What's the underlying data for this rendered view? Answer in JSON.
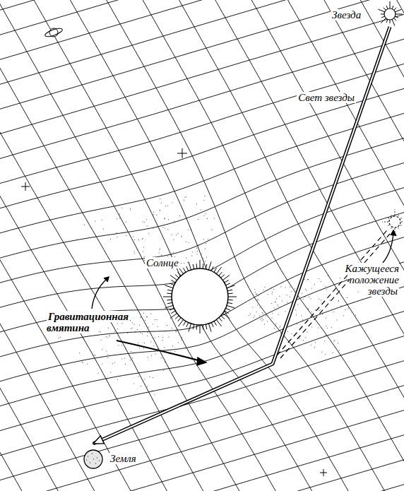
{
  "diagram": {
    "nodes": [
      {
        "text": [
          "Звезда"
        ]
      },
      {
        "text": [
          "Солнце"
        ]
      },
      {
        "text": [
          "Кажущееся положение звезды"
        ]
      },
      {
        "text": [
          "Земля"
        ]
      }
    ],
    "edges": [
      {
        "from": 0,
        "to": 3,
        "arrow": "to",
        "label": "Свет звезды"
      }
    ],
    "labels": [
      "Гравитационная вмятина"
    ]
  }
}
